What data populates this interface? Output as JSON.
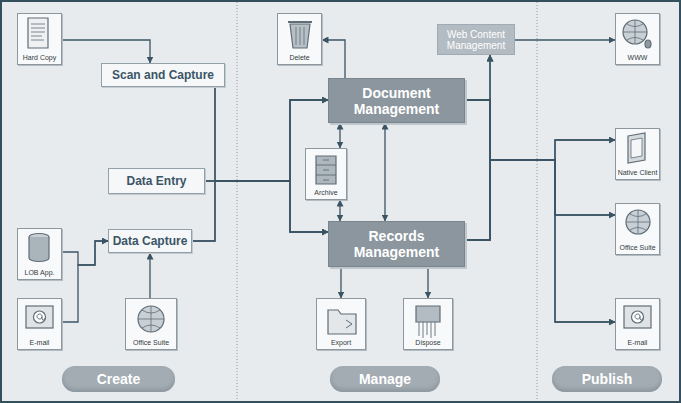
{
  "diagram": {
    "nodes": [
      {
        "text": [
          "Hard Copy"
        ]
      },
      {
        "text": [
          "Scan and Capture"
        ]
      },
      {
        "text": [
          "Data Entry"
        ]
      },
      {
        "text": [
          "Data Capture"
        ]
      },
      {
        "text": [
          "LOB App."
        ]
      },
      {
        "text": [
          "E-mail"
        ]
      },
      {
        "text": [
          "Office Suite"
        ]
      },
      {
        "text": [
          "Delete"
        ]
      },
      {
        "text": [
          "Document Management"
        ]
      },
      {
        "text": [
          "Archive"
        ]
      },
      {
        "text": [
          "Records Management"
        ]
      },
      {
        "text": [
          "Export"
        ]
      },
      {
        "text": [
          "Dispose"
        ]
      },
      {
        "text": [
          "Web Content Management"
        ]
      },
      {
        "text": [
          "WWW"
        ]
      },
      {
        "text": [
          "Native Client"
        ]
      },
      {
        "text": [
          "Office Suite"
        ]
      },
      {
        "text": [
          "E-mail"
        ]
      },
      {
        "text": [
          "Create"
        ]
      },
      {
        "text": [
          "Manage"
        ]
      },
      {
        "text": [
          "Publish"
        ]
      }
    ],
    "edges": [
      {
        "from": 0,
        "to": 1,
        "arrow": "to"
      },
      {
        "from": 1,
        "to": 8,
        "arrow": "to"
      },
      {
        "from": 1,
        "to": 10,
        "arrow": "to"
      },
      {
        "from": 2,
        "to": 8,
        "arrow": "to"
      },
      {
        "from": 2,
        "to": 10,
        "arrow": "to"
      },
      {
        "from": 3,
        "to": 8,
        "arrow": "to"
      },
      {
        "from": 3,
        "to": 10,
        "arrow": "to"
      },
      {
        "from": 4,
        "to": 3,
        "arrow": "to"
      },
      {
        "from": 5,
        "to": 3,
        "arrow": "to"
      },
      {
        "from": 6,
        "to": 3,
        "arrow": "to"
      },
      {
        "from": 8,
        "to": 7,
        "arrow": "to"
      },
      {
        "from": 8,
        "to": 9,
        "arrow": "both"
      },
      {
        "from": 9,
        "to": 10,
        "arrow": "both"
      },
      {
        "from": 8,
        "to": 10,
        "arrow": "both"
      },
      {
        "from": 10,
        "to": 11,
        "arrow": "to"
      },
      {
        "from": 10,
        "to": 12,
        "arrow": "to"
      },
      {
        "from": 8,
        "to": 13,
        "arrow": "to"
      },
      {
        "from": 10,
        "to": 13,
        "arrow": "to"
      },
      {
        "from": 13,
        "to": 14,
        "arrow": "to"
      },
      {
        "from": 8,
        "to": 15,
        "arrow": "to"
      },
      {
        "from": 8,
        "to": 16,
        "arrow": "to"
      },
      {
        "from": 8,
        "to": 17,
        "arrow": "to"
      },
      {
        "from": 10,
        "to": 15,
        "arrow": "to"
      },
      {
        "from": 10,
        "to": 16,
        "arrow": "to"
      },
      {
        "from": 10,
        "to": 17,
        "arrow": "to"
      }
    ]
  }
}
